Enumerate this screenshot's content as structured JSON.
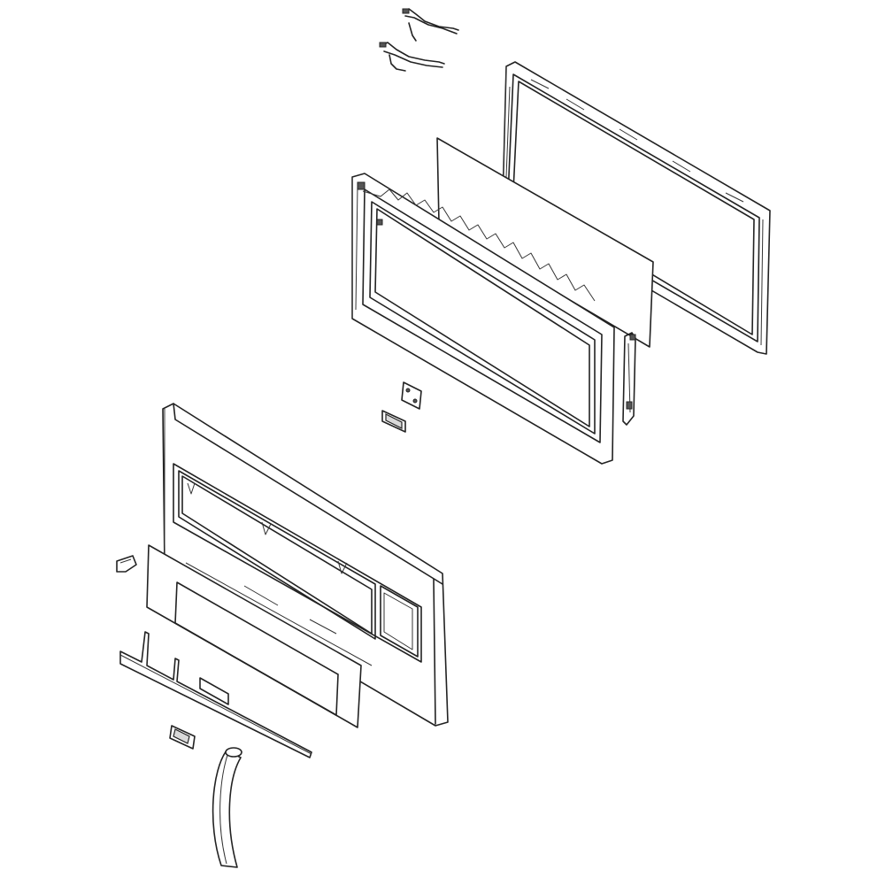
{
  "diagram": {
    "type": "exploded-parts-view",
    "parts": [
      {
        "id": "wire-harness-upper",
        "icon": "wire-harness-icon"
      },
      {
        "id": "wire-harness-lower",
        "icon": "wire-harness-icon"
      },
      {
        "id": "door-choke-frame",
        "icon": "door-frame-icon"
      },
      {
        "id": "door-screen-panel",
        "icon": "panel-icon"
      },
      {
        "id": "door-inner-frame",
        "icon": "door-frame-icon"
      },
      {
        "id": "door-hinge-bracket",
        "icon": "bracket-icon"
      },
      {
        "id": "door-latch-plate",
        "icon": "plate-icon"
      },
      {
        "id": "door-small-plate",
        "icon": "plate-icon"
      },
      {
        "id": "door-outer-panel",
        "icon": "door-panel-icon"
      },
      {
        "id": "door-clip",
        "icon": "clip-icon"
      },
      {
        "id": "door-glass-panel",
        "icon": "glass-icon"
      },
      {
        "id": "door-insulation-sheet",
        "icon": "sheet-icon"
      },
      {
        "id": "door-label",
        "icon": "label-icon"
      },
      {
        "id": "door-handle",
        "icon": "handle-icon"
      }
    ]
  }
}
